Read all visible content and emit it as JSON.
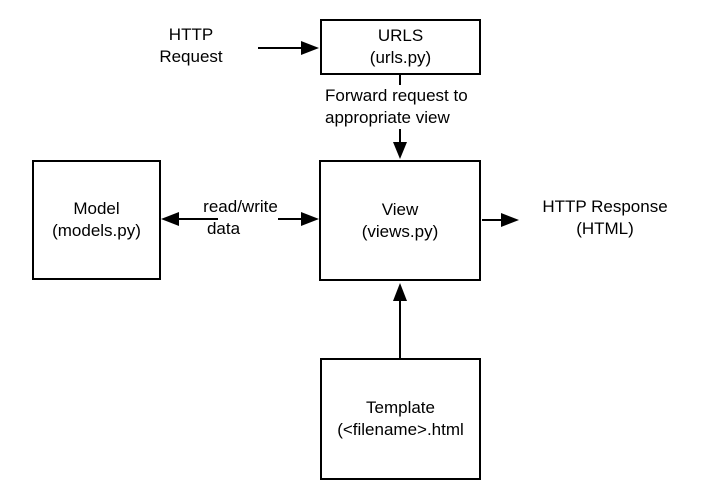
{
  "diagram": {
    "title": "Django request/response architecture diagram",
    "colors": {
      "background": "#ffffff",
      "stroke": "#000000",
      "text": "#000000"
    },
    "nodes": {
      "urls": {
        "title": "URLS",
        "subtitle": "(urls.py)"
      },
      "model": {
        "title": "Model",
        "subtitle": "(models.py)"
      },
      "view": {
        "title": "View",
        "subtitle": "(views.py)"
      },
      "template": {
        "title": "Template",
        "subtitle": "(<filename>.html"
      }
    },
    "labels": {
      "http_request": {
        "line1": "HTTP",
        "line2": "Request"
      },
      "forward": {
        "line1": "Forward request to",
        "line2": "appropriate view"
      },
      "read_write": {
        "line1": "read/write",
        "line2": "data"
      },
      "http_response": {
        "line1": "HTTP Response",
        "line2": "(HTML)"
      }
    },
    "edges": [
      {
        "from": "http-request-label",
        "to": "urls-box",
        "direction": "right"
      },
      {
        "from": "urls-box",
        "to": "view-box",
        "direction": "down"
      },
      {
        "from": "view-box",
        "to": "model-box",
        "direction": "left-right-bidirectional"
      },
      {
        "from": "view-box",
        "to": "http-response-label",
        "direction": "right"
      },
      {
        "from": "template-box",
        "to": "view-box",
        "direction": "up"
      }
    ]
  }
}
